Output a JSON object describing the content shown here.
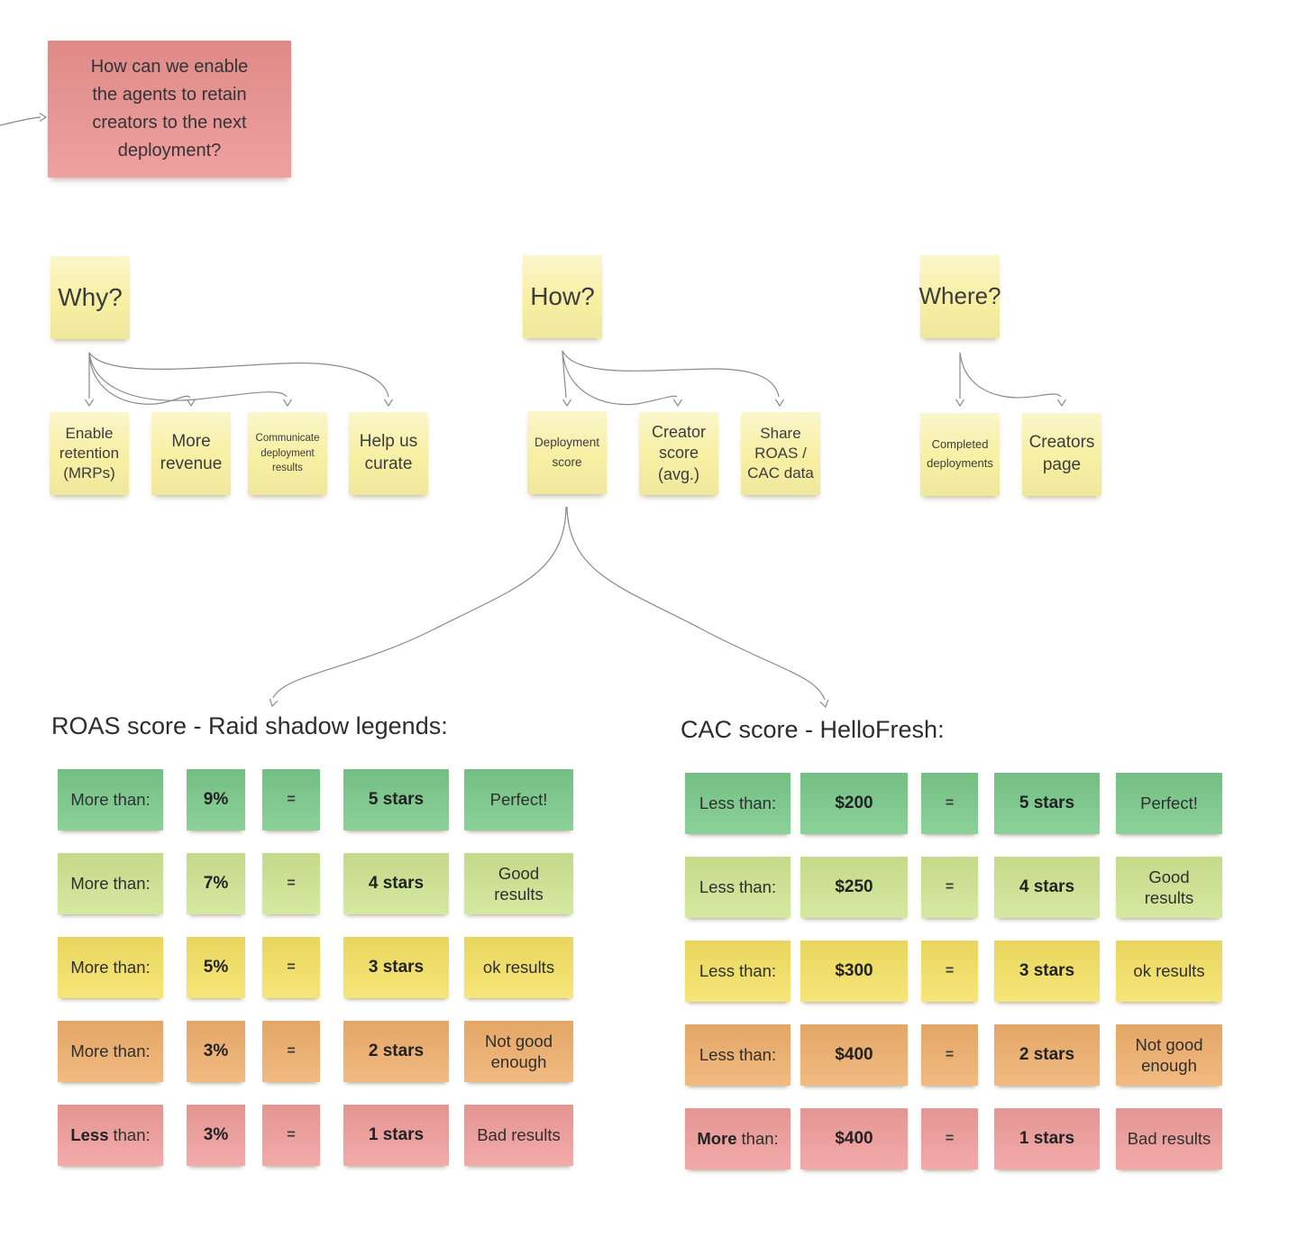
{
  "palette": {
    "canvas": "#ffffff",
    "sticky-yellow": "#f7efa2",
    "note-red": "#eb9190",
    "green": "#79c98a",
    "light-green": "#cfe591",
    "yellow": "#f5e163",
    "orange": "#efaf6c",
    "pink": "#f09d9b",
    "connector": "#8a8a8a",
    "text-dark": "#3c3c3c"
  },
  "root_note": {
    "text": "How can we enable\nthe agents to retain\ncreators to the next\ndeployment?"
  },
  "notes": {
    "why": "Why?",
    "enable_retention": "Enable\nretention\n(MRPs)",
    "more_revenue": "More\nrevenue",
    "communicate": "Communicate\ndeployment\nresults",
    "help_curate": "Help us\ncurate",
    "how": "How?",
    "deployment_score": "Deployment\nscore",
    "creator_score": "Creator\nscore\n(avg.)",
    "share_roas": "Share\nROAS /\nCAC data",
    "where": "Where?",
    "completed_deployments": "Completed\ndeployments",
    "creators_page": "Creators\npage"
  },
  "tables": {
    "roas": {
      "title": "ROAS score - Raid shadow legends:",
      "rows": [
        {
          "qualifier": "More",
          "qualifier_rest": "than:",
          "qualifier_bold": false,
          "value": "9%",
          "equals": "=",
          "stars": "5 stars",
          "result": "Perfect!",
          "tone": "green"
        },
        {
          "qualifier": "More",
          "qualifier_rest": "than:",
          "qualifier_bold": false,
          "value": "7%",
          "equals": "=",
          "stars": "4 stars",
          "result": "Good\nresults",
          "tone": "light-green"
        },
        {
          "qualifier": "More",
          "qualifier_rest": "than:",
          "qualifier_bold": false,
          "value": "5%",
          "equals": "=",
          "stars": "3 stars",
          "result": "ok results",
          "tone": "yellow"
        },
        {
          "qualifier": "More",
          "qualifier_rest": "than:",
          "qualifier_bold": false,
          "value": "3%",
          "equals": "=",
          "stars": "2 stars",
          "result": "Not good\nenough",
          "tone": "orange"
        },
        {
          "qualifier": "Less",
          "qualifier_rest": "than:",
          "qualifier_bold": true,
          "value": "3%",
          "equals": "=",
          "stars": "1 stars",
          "result": "Bad results",
          "tone": "pink"
        }
      ]
    },
    "cac": {
      "title": "CAC score - HelloFresh:",
      "rows": [
        {
          "qualifier": "Less",
          "qualifier_rest": "than:",
          "qualifier_bold": false,
          "value": "$200",
          "equals": "=",
          "stars": "5 stars",
          "result": "Perfect!",
          "tone": "green"
        },
        {
          "qualifier": "Less",
          "qualifier_rest": "than:",
          "qualifier_bold": false,
          "value": "$250",
          "equals": "=",
          "stars": "4 stars",
          "result": "Good\nresults",
          "tone": "light-green"
        },
        {
          "qualifier": "Less",
          "qualifier_rest": "than:",
          "qualifier_bold": false,
          "value": "$300",
          "equals": "=",
          "stars": "3 stars",
          "result": "ok results",
          "tone": "yellow"
        },
        {
          "qualifier": "Less",
          "qualifier_rest": "than:",
          "qualifier_bold": false,
          "value": "$400",
          "equals": "=",
          "stars": "2 stars",
          "result": "Not good\nenough",
          "tone": "orange"
        },
        {
          "qualifier": "More",
          "qualifier_rest": "than:",
          "qualifier_bold": true,
          "value": "$400",
          "equals": "=",
          "stars": "1 stars",
          "result": "Bad results",
          "tone": "pink"
        }
      ]
    }
  }
}
